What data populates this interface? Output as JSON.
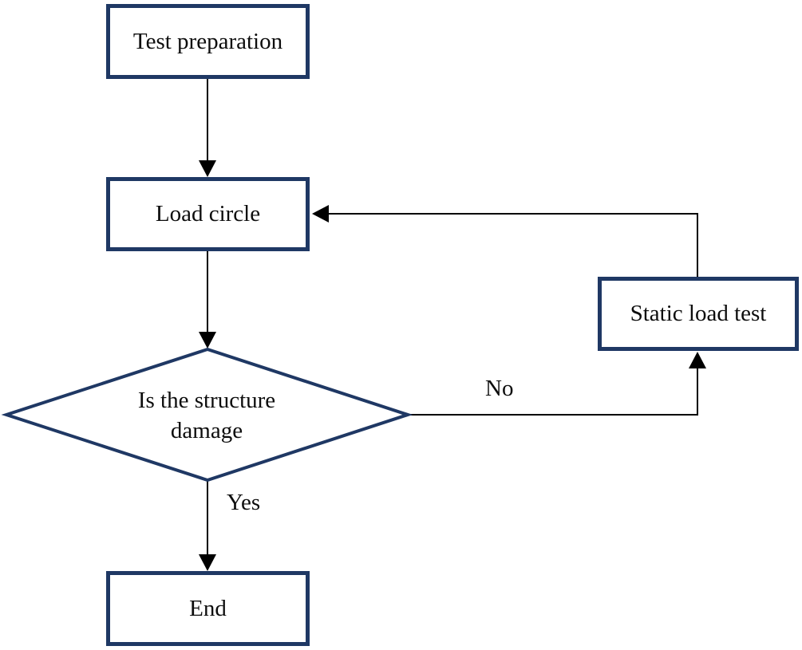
{
  "flowchart": {
    "type": "flowchart",
    "nodes": [
      {
        "id": "test-preparation",
        "shape": "rectangle",
        "label": "Test preparation"
      },
      {
        "id": "load-circle",
        "shape": "rectangle",
        "label": "Load circle"
      },
      {
        "id": "is-structure-damage",
        "shape": "diamond",
        "label": "Is the structure damage",
        "label_lines": [
          "Is the structure",
          "damage"
        ]
      },
      {
        "id": "static-load-test",
        "shape": "rectangle",
        "label": "Static load test"
      },
      {
        "id": "end",
        "shape": "rectangle",
        "label": "End"
      }
    ],
    "edges": [
      {
        "from": "test-preparation",
        "to": "load-circle",
        "label": ""
      },
      {
        "from": "load-circle",
        "to": "is-structure-damage",
        "label": ""
      },
      {
        "from": "is-structure-damage",
        "to": "end",
        "label": "Yes"
      },
      {
        "from": "is-structure-damage",
        "to": "static-load-test",
        "label": "No"
      },
      {
        "from": "static-load-test",
        "to": "load-circle",
        "label": ""
      }
    ]
  },
  "colors": {
    "node_border": "#1f3864",
    "connector": "#000000",
    "text": "#0d0d0d",
    "background": "#ffffff"
  }
}
